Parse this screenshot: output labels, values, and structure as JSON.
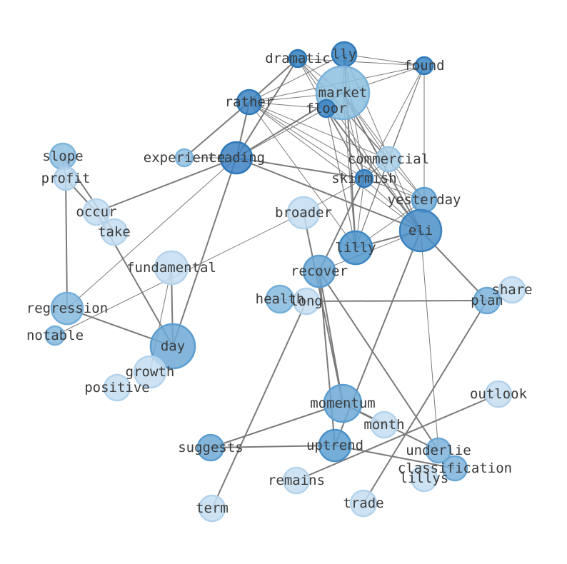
{
  "nodes": {
    "dramatic": {
      "label": "dramatic",
      "fill": "#2f7fc1",
      "stroke": "#2a73b3"
    },
    "lly": {
      "label": "lly",
      "fill": "#3a86c6",
      "stroke": "#2f7ab9"
    },
    "found": {
      "label": "found",
      "fill": "#3a86c6",
      "stroke": "#2f7ab9"
    },
    "market": {
      "label": "market",
      "fill": "#8dbfe1",
      "stroke": "#7ab2da"
    },
    "rather": {
      "label": "rather",
      "fill": "#3a82c2",
      "stroke": "#2f78b8"
    },
    "floor": {
      "label": "floor",
      "fill": "#3a82c2",
      "stroke": "#2f78b8"
    },
    "slope": {
      "label": "slope",
      "fill": "#8fc0e2",
      "stroke": "#7db4da"
    },
    "experience": {
      "label": "experience",
      "fill": "#8fc0e2",
      "stroke": "#7db4da"
    },
    "trading": {
      "label": "trading",
      "fill": "#3c83c3",
      "stroke": "#2f78b8"
    },
    "commercial": {
      "label": "commercial",
      "fill": "#a9cfe9",
      "stroke": "#98c4e3"
    },
    "profit": {
      "label": "profit",
      "fill": "#bcd8ee",
      "stroke": "#aacdea"
    },
    "skirmish": {
      "label": "skirmish",
      "fill": "#3a82c2",
      "stroke": "#2f78b8"
    },
    "yesterday": {
      "label": "yesterday",
      "fill": "#6ea9d6",
      "stroke": "#5a9dd0"
    },
    "occur": {
      "label": "occur",
      "fill": "#c4ddf0",
      "stroke": "#b3d3ec"
    },
    "broader": {
      "label": "broader",
      "fill": "#c4ddf0",
      "stroke": "#b3d3ec"
    },
    "eli": {
      "label": "eli",
      "fill": "#4a8fc9",
      "stroke": "#3b82bf"
    },
    "take": {
      "label": "take",
      "fill": "#c4ddf0",
      "stroke": "#b3d3ec"
    },
    "lilly": {
      "label": "lilly",
      "fill": "#5097cd",
      "stroke": "#3f88c2"
    },
    "fundamental": {
      "label": "fundamental",
      "fill": "#c4ddf0",
      "stroke": "#b3d3ec"
    },
    "recover": {
      "label": "recover",
      "fill": "#6aa7d5",
      "stroke": "#5a9bce"
    },
    "share": {
      "label": "share",
      "fill": "#c4ddf0",
      "stroke": "#b3d3ec"
    },
    "health": {
      "label": "health",
      "fill": "#86badf",
      "stroke": "#73aed9"
    },
    "long": {
      "label": "long",
      "fill": "#c4ddf0",
      "stroke": "#b3d3ec"
    },
    "plan": {
      "label": "plan",
      "fill": "#7bb3dc",
      "stroke": "#69a7d5"
    },
    "regression": {
      "label": "regression",
      "fill": "#86badf",
      "stroke": "#73aed9"
    },
    "notable": {
      "label": "notable",
      "fill": "#86badf",
      "stroke": "#73aed9"
    },
    "day": {
      "label": "day",
      "fill": "#6ea9d6",
      "stroke": "#5a9dd0"
    },
    "growth": {
      "label": "growth",
      "fill": "#c4ddf0",
      "stroke": "#b3d3ec"
    },
    "positive": {
      "label": "positive",
      "fill": "#c4ddf0",
      "stroke": "#b3d3ec"
    },
    "outlook": {
      "label": "outlook",
      "fill": "#c4ddf0",
      "stroke": "#b3d3ec"
    },
    "momentum": {
      "label": "momentum",
      "fill": "#6ea9d6",
      "stroke": "#5a9dd0"
    },
    "month": {
      "label": "month",
      "fill": "#c4ddf0",
      "stroke": "#b3d3ec"
    },
    "suggests": {
      "label": "suggests",
      "fill": "#6ea9d6",
      "stroke": "#5a9dd0"
    },
    "uptrend": {
      "label": "uptrend",
      "fill": "#5d9fd2",
      "stroke": "#4c92c9"
    },
    "underlie": {
      "label": "underlie",
      "fill": "#7bb3dc",
      "stroke": "#69a7d5"
    },
    "classification": {
      "label": "classification",
      "fill": "#7bb3dc",
      "stroke": "#69a7d5"
    },
    "lillys": {
      "label": "lillys",
      "fill": "#c4ddf0",
      "stroke": "#b3d3ec"
    },
    "remains": {
      "label": "remains",
      "fill": "#c4ddf0",
      "stroke": "#b3d3ec"
    },
    "trade": {
      "label": "trade",
      "fill": "#c4ddf0",
      "stroke": "#b3d3ec"
    },
    "term": {
      "label": "term",
      "fill": "#c4ddf0",
      "stroke": "#b3d3ec"
    }
  },
  "edges": [
    [
      "dramatic",
      "rather"
    ],
    [
      "dramatic",
      "trading"
    ],
    [
      "dramatic",
      "market"
    ],
    [
      "dramatic",
      "found"
    ],
    [
      "dramatic",
      "skirmish"
    ],
    [
      "dramatic",
      "commercial"
    ],
    [
      "dramatic",
      "yesterday"
    ],
    [
      "dramatic",
      "eli"
    ],
    [
      "lly",
      "rather"
    ],
    [
      "lly",
      "market"
    ],
    [
      "lly",
      "found"
    ],
    [
      "lly",
      "skirmish"
    ],
    [
      "lly",
      "lilly"
    ],
    [
      "lly",
      "eli"
    ],
    [
      "found",
      "rather"
    ],
    [
      "found",
      "market"
    ],
    [
      "found",
      "commercial"
    ],
    [
      "found",
      "yesterday"
    ],
    [
      "found",
      "skirmish"
    ],
    [
      "found",
      "lilly"
    ],
    [
      "market",
      "rather"
    ],
    [
      "market",
      "trading"
    ],
    [
      "market",
      "commercial"
    ],
    [
      "market",
      "skirmish"
    ],
    [
      "market",
      "eli"
    ],
    [
      "market",
      "yesterday"
    ],
    [
      "market",
      "lilly"
    ],
    [
      "rather",
      "trading"
    ],
    [
      "rather",
      "floor"
    ],
    [
      "rather",
      "skirmish"
    ],
    [
      "rather",
      "commercial"
    ],
    [
      "rather",
      "eli"
    ],
    [
      "rather",
      "lilly"
    ],
    [
      "rather",
      "experience"
    ],
    [
      "rather",
      "yesterday"
    ],
    [
      "floor",
      "skirmish"
    ],
    [
      "floor",
      "trading"
    ],
    [
      "floor",
      "eli"
    ],
    [
      "floor",
      "lilly"
    ],
    [
      "trading",
      "experience"
    ],
    [
      "trading",
      "skirmish"
    ],
    [
      "trading",
      "eli"
    ],
    [
      "trading",
      "day"
    ],
    [
      "trading",
      "occur"
    ],
    [
      "trading",
      "regression"
    ],
    [
      "skirmish",
      "eli"
    ],
    [
      "skirmish",
      "lilly"
    ],
    [
      "skirmish",
      "yesterday"
    ],
    [
      "skirmish",
      "broader"
    ],
    [
      "skirmish",
      "commercial"
    ],
    [
      "skirmish",
      "recover"
    ],
    [
      "commercial",
      "lilly"
    ],
    [
      "yesterday",
      "lilly"
    ],
    [
      "lilly",
      "eli"
    ],
    [
      "lilly",
      "floor"
    ],
    [
      "eli",
      "plan"
    ],
    [
      "eli",
      "uptrend"
    ],
    [
      "eli",
      "recover"
    ],
    [
      "eli",
      "underlie"
    ],
    [
      "slope",
      "profit"
    ],
    [
      "slope",
      "take"
    ],
    [
      "profit",
      "regression"
    ],
    [
      "profit",
      "occur"
    ],
    [
      "occur",
      "day"
    ],
    [
      "broader",
      "momentum"
    ],
    [
      "broader",
      "notable"
    ],
    [
      "fundamental",
      "day"
    ],
    [
      "fundamental",
      "growth"
    ],
    [
      "regression",
      "day"
    ],
    [
      "recover",
      "momentum"
    ],
    [
      "recover",
      "uptrend"
    ],
    [
      "recover",
      "underlie"
    ],
    [
      "long",
      "plan"
    ],
    [
      "long",
      "term"
    ],
    [
      "long",
      "health"
    ],
    [
      "plan",
      "share"
    ],
    [
      "plan",
      "trade"
    ],
    [
      "momentum",
      "month"
    ],
    [
      "momentum",
      "suggests"
    ],
    [
      "momentum",
      "underlie"
    ],
    [
      "suggests",
      "uptrend"
    ],
    [
      "uptrend",
      "classification"
    ],
    [
      "outlook",
      "remains"
    ]
  ]
}
